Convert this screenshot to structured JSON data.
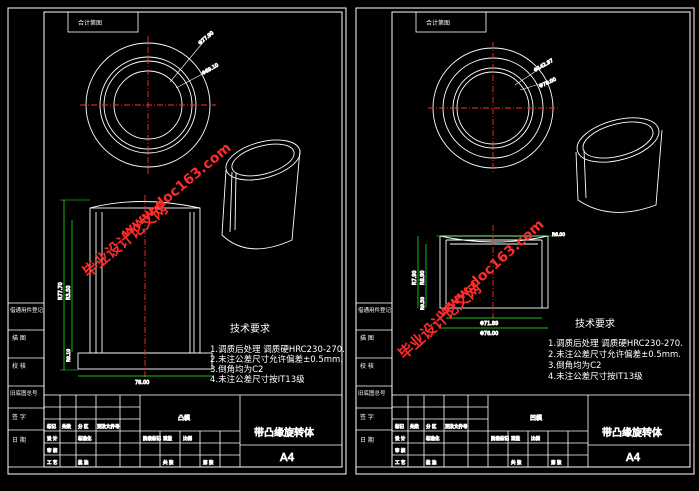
{
  "watermark": {
    "site": "www.doc163.com",
    "brand": "毕业设计论文网"
  },
  "sheets": [
    {
      "header_tag": "合计第图",
      "left_labels": [
        "借通用件登记",
        "描  图",
        "校  核",
        "旧底图总号",
        "签  字",
        "日  期"
      ],
      "dims": {
        "outer_d": "Φ77.90",
        "inner_d": "Φ69.10",
        "height1": "R77.70",
        "height2": "R3.50",
        "base": "R0.10",
        "width": "78.00"
      },
      "tech_title": "技术要求",
      "tech_notes": [
        "1.调质后处理  调质硬HRC230-270.",
        "2.未注公差尺寸允许偏差±0.5mm.",
        "3.倒角均为C2",
        "4.未注公差尺寸按IT13级"
      ],
      "title_mid": "凸模",
      "part_name": "带凸缘旋转体",
      "sheet_size": "A4"
    },
    {
      "header_tag": "合计第图",
      "left_labels": [
        "借通用件登记",
        "描  图",
        "校  核",
        "旧底图总号",
        "签  字",
        "日  期"
      ],
      "dims": {
        "outer_d": "Φ142.97",
        "inner_d": "Φ78.00",
        "height1": "R7.90",
        "height2": "R8.90",
        "base": "R0.50",
        "width1": "Φ71.89",
        "width2": "Φ78.00",
        "r": "R6.00"
      },
      "tech_title": "技术要求",
      "tech_notes": [
        "1.调质后处理  调质硬HRC230-270.",
        "2.未注公差尺寸允许偏差±0.5mm.",
        "3.倒角均为C2",
        "4.未注公差尺寸按IT13级"
      ],
      "title_mid": "凹模",
      "part_name": "带凸缘旋转体",
      "sheet_size": "A4"
    }
  ],
  "title_block_headers": [
    "标记",
    "处数",
    "分 区",
    "更改文件号",
    "签名",
    "年月日",
    "设 计",
    "标准化",
    "审 核",
    "工 艺",
    "批 准",
    "阶段标记",
    "重量",
    "比例",
    "共 张",
    "第 张"
  ]
}
